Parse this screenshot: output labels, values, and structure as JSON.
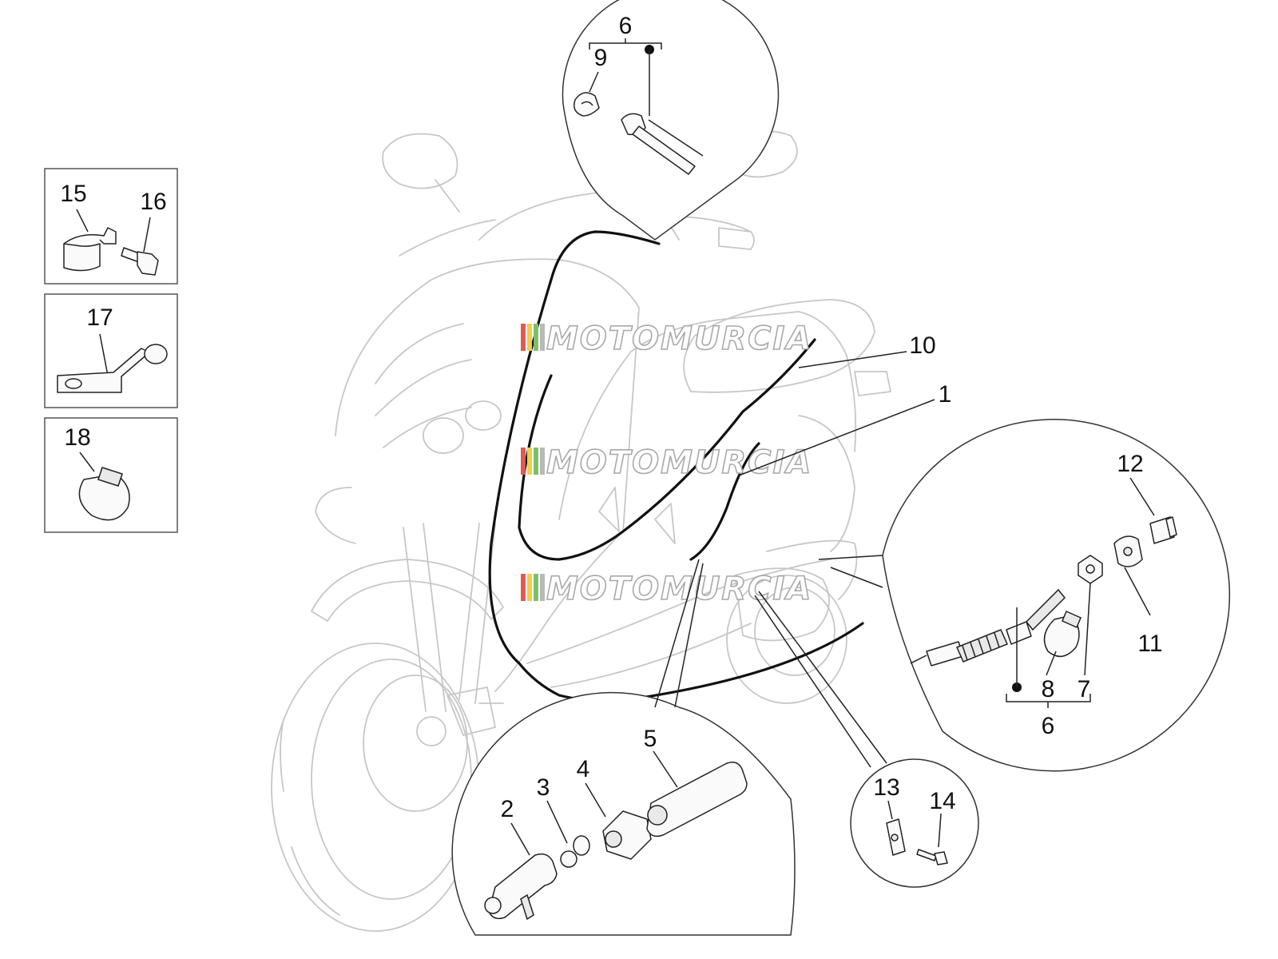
{
  "watermarks": [
    "MOTOMURCIA",
    "MOTOMURCIA",
    "MOTOMURCIA"
  ],
  "part_labels": {
    "p1": "1",
    "p2": "2",
    "p3": "3",
    "p4": "4",
    "p5": "5",
    "p6_top": "6",
    "p6_right": "6",
    "p7": "7",
    "p8": "8",
    "p9": "9",
    "p10": "10",
    "p11": "11",
    "p12": "12",
    "p13": "13",
    "p14": "14",
    "p15": "15",
    "p16": "16",
    "p17": "17",
    "p18": "18"
  },
  "colors": {
    "watermark_stripes": [
      "#e05a4f",
      "#f2cf4a",
      "#7dbf6a",
      "#b9b9b9"
    ],
    "ghost_outline": "#c7c7c7",
    "cable": "#111111"
  }
}
